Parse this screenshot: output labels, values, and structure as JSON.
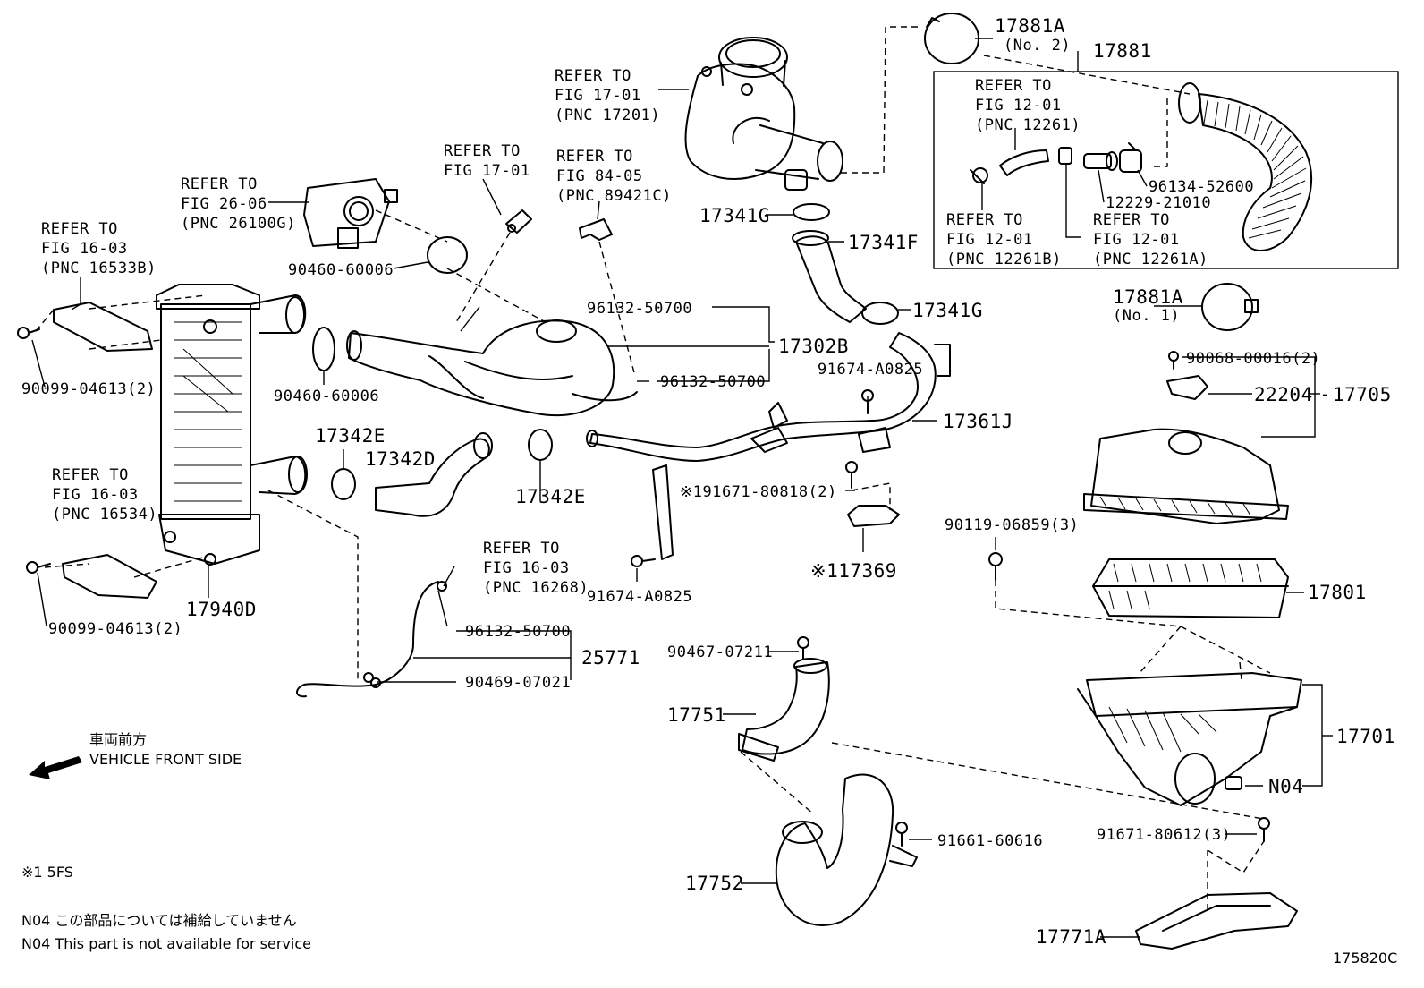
{
  "labels": {
    "refer_17201": [
      "REFER TO",
      "FIG 17-01",
      "(PNC 17201)"
    ],
    "refer_17_01": [
      "REFER TO",
      "FIG 17-01"
    ],
    "refer_89421c": [
      "REFER TO",
      "FIG 84-05",
      "(PNC 89421C)"
    ],
    "refer_26100g": [
      "REFER TO",
      "FIG 26-06",
      "(PNC 26100G)"
    ],
    "refer_16533b": [
      "REFER TO",
      "FIG 16-03",
      "(PNC 16533B)"
    ],
    "refer_16534": [
      "REFER TO",
      "FIG 16-03",
      "(PNC 16534)"
    ],
    "refer_16268": [
      "REFER TO",
      "FIG 16-03",
      "(PNC 16268)"
    ],
    "refer_12261": [
      "REFER TO",
      "FIG 12-01",
      "(PNC 12261)"
    ],
    "refer_12261b": [
      "REFER TO",
      "FIG 12-01",
      "(PNC 12261B)"
    ],
    "refer_12261a": [
      "REFER TO",
      "FIG 12-01",
      "(PNC 12261A)"
    ],
    "p17881a_no2": "17881A",
    "no2": "(No. 2)",
    "p17881": "17881",
    "p96134": "96134-52600",
    "p12229": "12229-21010",
    "p17341g_top": "17341G",
    "p17341f": "17341F",
    "p17341g_2": "17341G",
    "p17881a_no1": "17881A",
    "no1": "(No. 1)",
    "p90460_a": "90460-60006",
    "p96132_a": "96132-50700",
    "p17302b": "17302B",
    "p96132_b": "96132-50700",
    "p90099_a": "90099-04613(2)",
    "p90460_b": "90460-60006",
    "p91674_a": "91674-A0825",
    "p17361j": "17361J",
    "p90068": "90068-00016(2)",
    "p22204": "22204",
    "p17705": "17705",
    "p17342e_a": "17342E",
    "p17342d": "17342D",
    "p17342e_b": "17342E",
    "p91671_80818": "※191671-80818(2)",
    "p17369": "※117369",
    "p90119": "90119-06859(3)",
    "p91674_b": "91674-A0825",
    "p17940d": "17940D",
    "p90099_b": "90099-04613(2)",
    "p17801": "17801",
    "p96132_c": "96132-50700",
    "p25771": "25771",
    "p90469": "90469-07021",
    "p90467": "90467-07211",
    "p17751": "17751",
    "p17701": "17701",
    "p91661": "91661-60616",
    "pN04": "N04",
    "p91671_80612": "91671-80612(3)",
    "p17752": "17752",
    "p17771a": "17771A"
  },
  "front_direction": {
    "jp": "車両前方",
    "en": "VEHICLE FRONT SIDE",
    "arrow_icon": "left-down-arrow"
  },
  "footnotes": {
    "star1": "※1  5FS",
    "n04_jp": "N04  この部品については補給していません",
    "n04_en": "N04  This part is not available for service"
  },
  "figure_id": "175820C"
}
